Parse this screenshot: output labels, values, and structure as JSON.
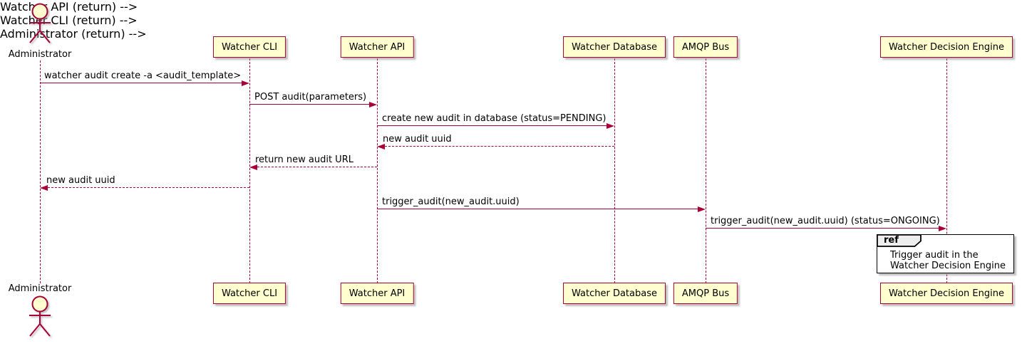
{
  "diagram_type": "uml-sequence-diagram",
  "participants": [
    {
      "id": "administrator",
      "label": "Administrator",
      "kind": "actor"
    },
    {
      "id": "watcher-cli",
      "label": "Watcher CLI",
      "kind": "participant"
    },
    {
      "id": "watcher-api",
      "label": "Watcher API",
      "kind": "participant"
    },
    {
      "id": "watcher-database",
      "label": "Watcher Database",
      "kind": "participant"
    },
    {
      "id": "amqp-bus",
      "label": "AMQP Bus",
      "kind": "participant"
    },
    {
      "id": "watcher-decision-engine",
      "label": "Watcher Decision Engine",
      "kind": "participant"
    }
  ],
  "messages": [
    {
      "from": "Administrator",
      "to": "Watcher CLI",
      "text": "watcher audit create -a <audit_template>",
      "line": "solid"
    },
    {
      "from": "Watcher CLI",
      "to": "Watcher API",
      "text": "POST audit(parameters)",
      "line": "solid"
    },
    {
      "from": "Watcher API",
      "to": "Watcher Database",
      "text": "create new audit in database (status=PENDING)",
      "line": "solid"
    },
    {
      "from": "Watcher Database",
      "to": "Watcher API",
      "text": "new audit uuid",
      "line": "dashed"
    },
    {
      "from": "Watcher API",
      "to": "Watcher CLI",
      "text": "return new audit URL",
      "line": "dashed"
    },
    {
      "from": "Watcher CLI",
      "to": "Administrator",
      "text": "new audit uuid",
      "line": "dashed"
    },
    {
      "from": "Watcher API",
      "to": "AMQP Bus",
      "text": "trigger_audit(new_audit.uuid)",
      "line": "solid"
    },
    {
      "from": "AMQP Bus",
      "to": "Watcher Decision Engine",
      "text": "trigger_audit(new_audit.uuid) (status=ONGOING)",
      "line": "solid"
    }
  ],
  "ref_fragment": {
    "keyword": "ref",
    "over": "Watcher Decision Engine",
    "lines": [
      "Trigger audit in the",
      "Watcher Decision Engine"
    ]
  },
  "colors": {
    "participant_fill": "#FEFECE",
    "participant_border": "#A80036",
    "arrow_line": "#A80036",
    "lifeline": "#A80036",
    "text": "#000000",
    "ref_border": "#000000",
    "ref_tab_fill": "#EEEEEE",
    "background": "#FFFFFF"
  }
}
